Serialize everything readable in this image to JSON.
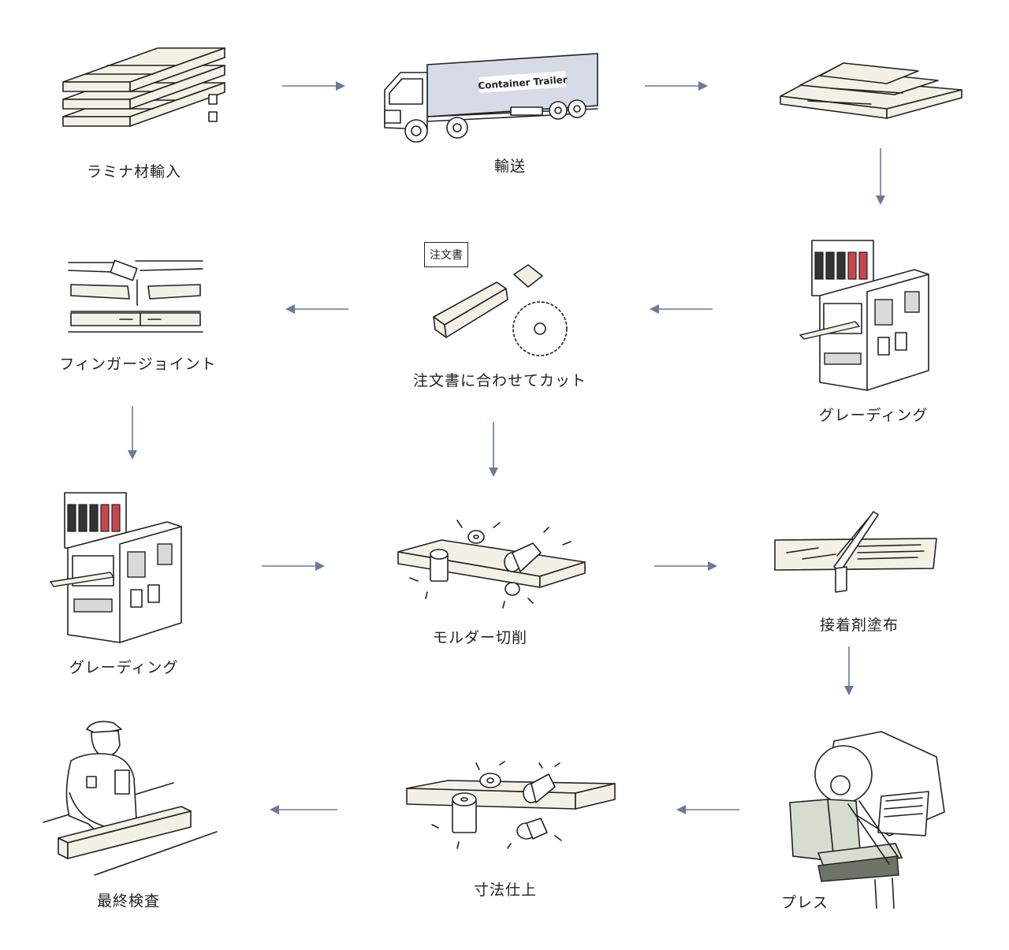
{
  "colors": {
    "arrow": "#6b7a99",
    "wood": "#f3f1e6",
    "trailer": "#d7dbe8",
    "machine": "#d6ddd0",
    "red": "#c9454e"
  },
  "truck": {
    "trailer_text": "Container Trailer"
  },
  "order_note": "注文書",
  "steps": [
    {
      "label": "ラミナ材輸入",
      "icon": "stacked-lumber-icon"
    },
    {
      "label": "輸送",
      "icon": "container-truck-icon"
    },
    {
      "label": "",
      "icon": "stepped-lumber-pile-icon"
    },
    {
      "label": "グレーディング",
      "icon": "grading-machine-icon"
    },
    {
      "label": "注文書に合わせてカット",
      "icon": "circular-saw-cut-icon"
    },
    {
      "label": "フィンガージョイント",
      "icon": "finger-joint-icon"
    },
    {
      "label": "グレーディング",
      "icon": "grading-machine-icon"
    },
    {
      "label": "モルダー切削",
      "icon": "moulder-rollers-icon"
    },
    {
      "label": "接着剤塗布",
      "icon": "glue-spreader-icon"
    },
    {
      "label": "プレス",
      "icon": "press-machine-icon"
    },
    {
      "label": "寸法仕上",
      "icon": "sizing-rollers-icon"
    },
    {
      "label": "最終検査",
      "icon": "inspector-icon"
    }
  ]
}
